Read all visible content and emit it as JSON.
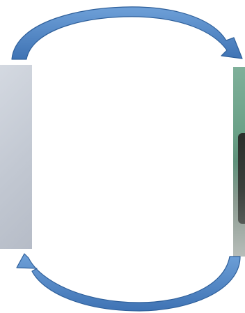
{
  "diagram": {
    "colors": {
      "arrow_fill_light": "#6ea0d8",
      "arrow_fill_dark": "#3f73b4",
      "arrow_stroke": "#2e5f9a"
    },
    "panels": {
      "left_image": "photo-panel-grey",
      "right_image": "photo-panel-green-room"
    },
    "arrows": [
      "curved-arrow-top-left-to-right",
      "curved-arrow-bottom-right-to-left"
    ]
  }
}
